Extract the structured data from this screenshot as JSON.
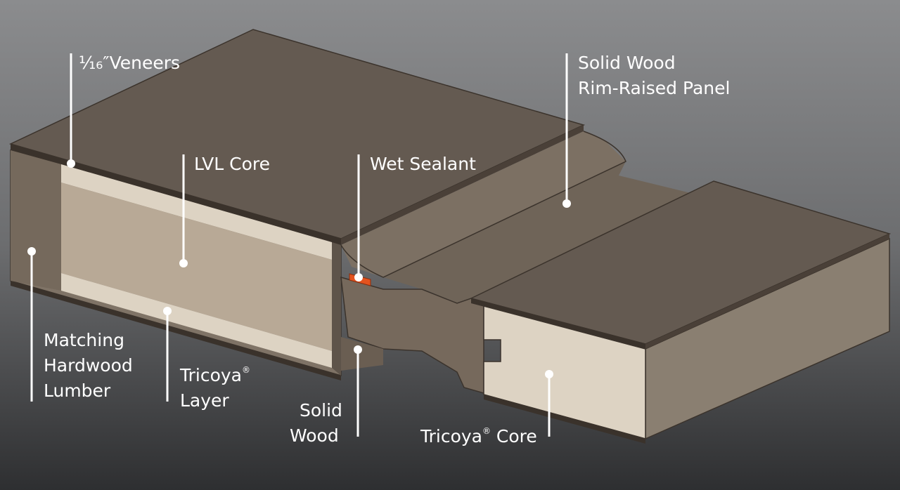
{
  "colors": {
    "background_top": "#8b8c8e",
    "background_bottom": "#2e2f31",
    "wood_dark": "#645a51",
    "wood_side": "#8a7f71",
    "lvl_core": "#b8a996",
    "tricoya_light": "#ddd3c3",
    "sealant": "#e3531f",
    "label_text": "#ffffff"
  },
  "labels": {
    "veneers": "¹⁄₁₆″Veneers",
    "lvl_core": "LVL Core",
    "wet_sealant": "Wet Sealant",
    "solid_wood_panel": [
      "Solid Wood",
      "Rim-Raised Panel"
    ],
    "matching_hardwood": [
      "Matching",
      "Hardwood",
      "Lumber"
    ],
    "tricoya_layer": [
      "Tricoya",
      "®",
      "Layer"
    ],
    "solid_wood": [
      "Solid",
      "Wood"
    ],
    "tricoya_core": [
      "Tricoya",
      "®",
      " Core"
    ]
  }
}
